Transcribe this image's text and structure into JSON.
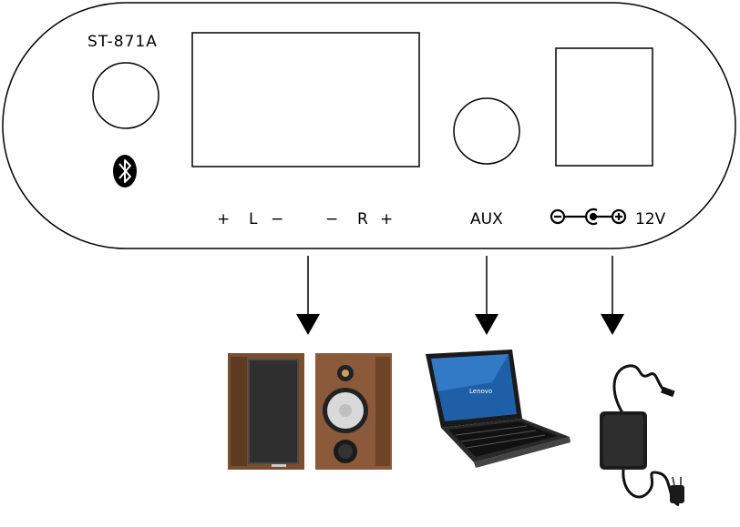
{
  "panel": {
    "model": "ST-871A",
    "label_plus_left": "+",
    "label_l": "L",
    "label_minus_left": "−",
    "label_minus_right": "−",
    "label_r": "R",
    "label_plus_right": "+",
    "label_aux": "AUX",
    "label_voltage": "12V"
  },
  "icons": {
    "bluetooth": "bluetooth-icon",
    "polarity": "dc-polarity-icon",
    "speakers": "speakers-icon",
    "laptop": "laptop-icon",
    "adapter": "power-adapter-icon"
  },
  "laptop": {
    "brand": "Lenovo"
  },
  "colors": {
    "stroke": "#000000",
    "speaker_wood": "#8a5a3a",
    "laptop_screen": "#1f5fa8"
  }
}
